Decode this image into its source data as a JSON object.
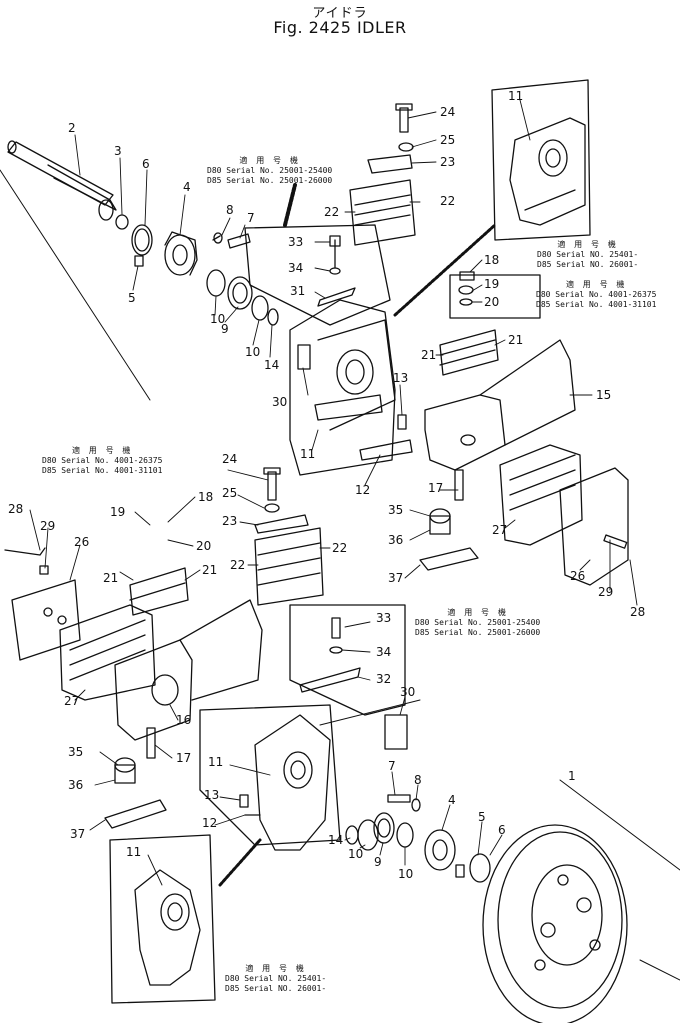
{
  "title": {
    "japanese": "アイドラ",
    "english": "Fig. 2425  IDLER"
  },
  "notes": [
    {
      "id": "note-a",
      "header": "適 用 号 機",
      "lines": [
        "D80 Serial No. 25001-25400",
        "D85 Serial No. 25001-26000"
      ]
    },
    {
      "id": "note-b",
      "header": "適 用 号 機",
      "lines": [
        "D80 Serial NO. 25401-",
        "D85 Serial NO. 26001-"
      ]
    },
    {
      "id": "note-c",
      "header": "適 用 号 機",
      "lines": [
        "D80 Serial No. 4001-26375",
        "D85 Serial No. 4001-31101"
      ]
    },
    {
      "id": "note-d",
      "header": "適 用 号 機",
      "lines": [
        "D80 Serial No. 4001-26375",
        "D85 Serial No. 4001-31101"
      ]
    },
    {
      "id": "note-e",
      "header": "適 用 号 機",
      "lines": [
        "D80 Serial No. 25001-25400",
        "D85 Serial No. 25001-26000"
      ]
    },
    {
      "id": "note-f",
      "header": "適 用 号 機",
      "lines": [
        "D80 Serial NO. 25401-",
        "D85 Serial NO. 26001-"
      ]
    }
  ],
  "callouts": [
    {
      "n": "2"
    },
    {
      "n": "3"
    },
    {
      "n": "6"
    },
    {
      "n": "4"
    },
    {
      "n": "8"
    },
    {
      "n": "7"
    },
    {
      "n": "5"
    },
    {
      "n": "10"
    },
    {
      "n": "9"
    },
    {
      "n": "10"
    },
    {
      "n": "14"
    },
    {
      "n": "24"
    },
    {
      "n": "25"
    },
    {
      "n": "23"
    },
    {
      "n": "22"
    },
    {
      "n": "22"
    },
    {
      "n": "33"
    },
    {
      "n": "34"
    },
    {
      "n": "31"
    },
    {
      "n": "30"
    },
    {
      "n": "11"
    },
    {
      "n": "13"
    },
    {
      "n": "12"
    },
    {
      "n": "18"
    },
    {
      "n": "19"
    },
    {
      "n": "20"
    },
    {
      "n": "21"
    },
    {
      "n": "21"
    },
    {
      "n": "15"
    },
    {
      "n": "17"
    },
    {
      "n": "35"
    },
    {
      "n": "36"
    },
    {
      "n": "37"
    },
    {
      "n": "27"
    },
    {
      "n": "26"
    },
    {
      "n": "29"
    },
    {
      "n": "28"
    },
    {
      "n": "11"
    },
    {
      "n": "24"
    },
    {
      "n": "25"
    },
    {
      "n": "23"
    },
    {
      "n": "22"
    },
    {
      "n": "22"
    },
    {
      "n": "18"
    },
    {
      "n": "19"
    },
    {
      "n": "20"
    },
    {
      "n": "21"
    },
    {
      "n": "21"
    },
    {
      "n": "28"
    },
    {
      "n": "29"
    },
    {
      "n": "26"
    },
    {
      "n": "27"
    },
    {
      "n": "16"
    },
    {
      "n": "35"
    },
    {
      "n": "17"
    },
    {
      "n": "36"
    },
    {
      "n": "37"
    },
    {
      "n": "33"
    },
    {
      "n": "34"
    },
    {
      "n": "32"
    },
    {
      "n": "30"
    },
    {
      "n": "11"
    },
    {
      "n": "13"
    },
    {
      "n": "12"
    },
    {
      "n": "7"
    },
    {
      "n": "8"
    },
    {
      "n": "4"
    },
    {
      "n": "5"
    },
    {
      "n": "6"
    },
    {
      "n": "14"
    },
    {
      "n": "10"
    },
    {
      "n": "9"
    },
    {
      "n": "10"
    },
    {
      "n": "1"
    },
    {
      "n": "11"
    }
  ]
}
